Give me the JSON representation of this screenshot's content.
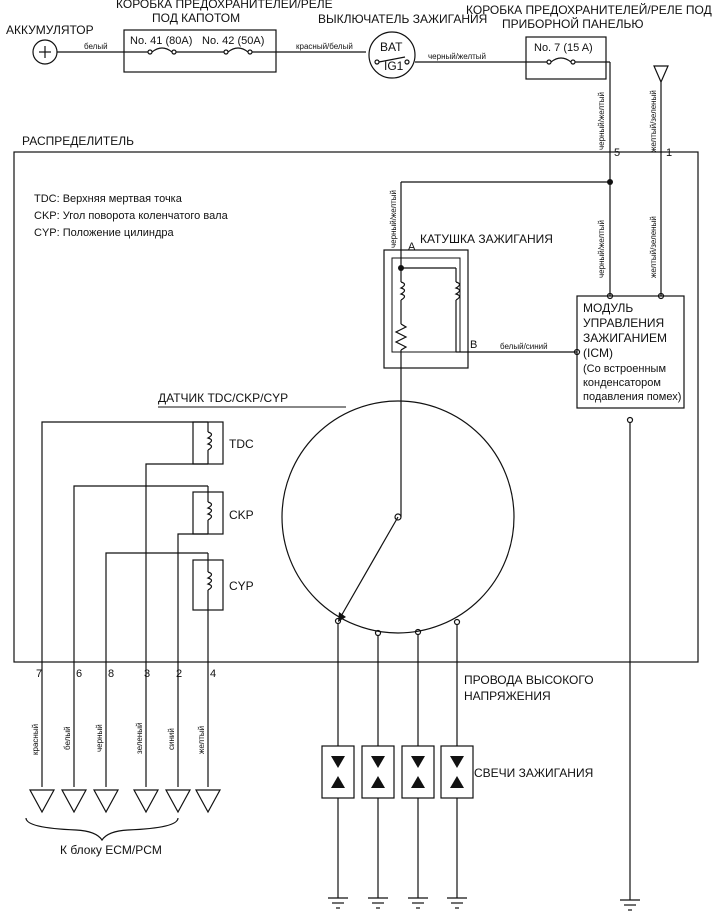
{
  "labels": {
    "battery": "АККУМУЛЯТОР",
    "battery_symbol": "+",
    "fuse_box_hood": "КОРОБКА ПРЕДОХРАНИТЕЛЕЙ/РЕЛЕ",
    "fuse_box_hood_2": "ПОД КАПОТОМ",
    "ignition_switch": "ВЫКЛЮЧАТЕЛЬ ЗАЖИГАНИЯ",
    "fuse_box_dash": "КОРОБКА ПРЕДОХРАНИТЕЛЕЙ/РЕЛЕ ПОД",
    "fuse_box_dash_2": "ПРИБОРНОЙ ПАНЕЛЬЮ",
    "fuse_41": "No. 41 (80A)",
    "fuse_42": "No. 42 (50A)",
    "fuse_7": "No. 7 (15 A)",
    "switch_bat": "BAT",
    "switch_ig1": "IG1",
    "distributor": "РАСПРЕДЕЛИТЕЛЬ",
    "legend_tdc": "TDC: Верхняя мертвая точка",
    "legend_ckp": "CKP: Угол поворота коленчатого вала",
    "legend_cyp": "CYP: Положение цилиндра",
    "coil": "КАТУШКА ЗАЖИГАНИЯ",
    "coil_a": "A",
    "coil_b": "B",
    "icm_1": "МОДУЛЬ",
    "icm_2": "УПРАВЛЕНИЯ",
    "icm_3": "ЗАЖИГАНИЕМ",
    "icm_4": "(ICM)",
    "icm_5": "(Со встроенным",
    "icm_6": "конденсатором",
    "icm_7": "подавления помех)",
    "sensor": "ДАТЧИК TDC/CKP/CYP",
    "tdc": "TDC",
    "ckp": "CKP",
    "cyp": "CYP",
    "hv_1": "ПРОВОДА ВЫСОКОГО",
    "hv_2": "НАПРЯЖЕНИЯ",
    "plugs": "СВЕЧИ ЗАЖИГАНИЯ",
    "ecm": "К блоку  ECM/PCM"
  },
  "wires": {
    "white": "белый",
    "red_white": "красный/белый",
    "black_yellow": "черный/желтый",
    "yellow_green": "желтый/зеленый",
    "white_blue": "белый/синий",
    "red": "красный",
    "black": "черный",
    "green": "зеленый",
    "blue": "синий",
    "yellow": "желтый"
  },
  "pins": {
    "p5": "5",
    "p1": "1",
    "p7": "7",
    "p6": "6",
    "p8": "8",
    "p3": "3",
    "p2": "2",
    "p4": "4"
  }
}
